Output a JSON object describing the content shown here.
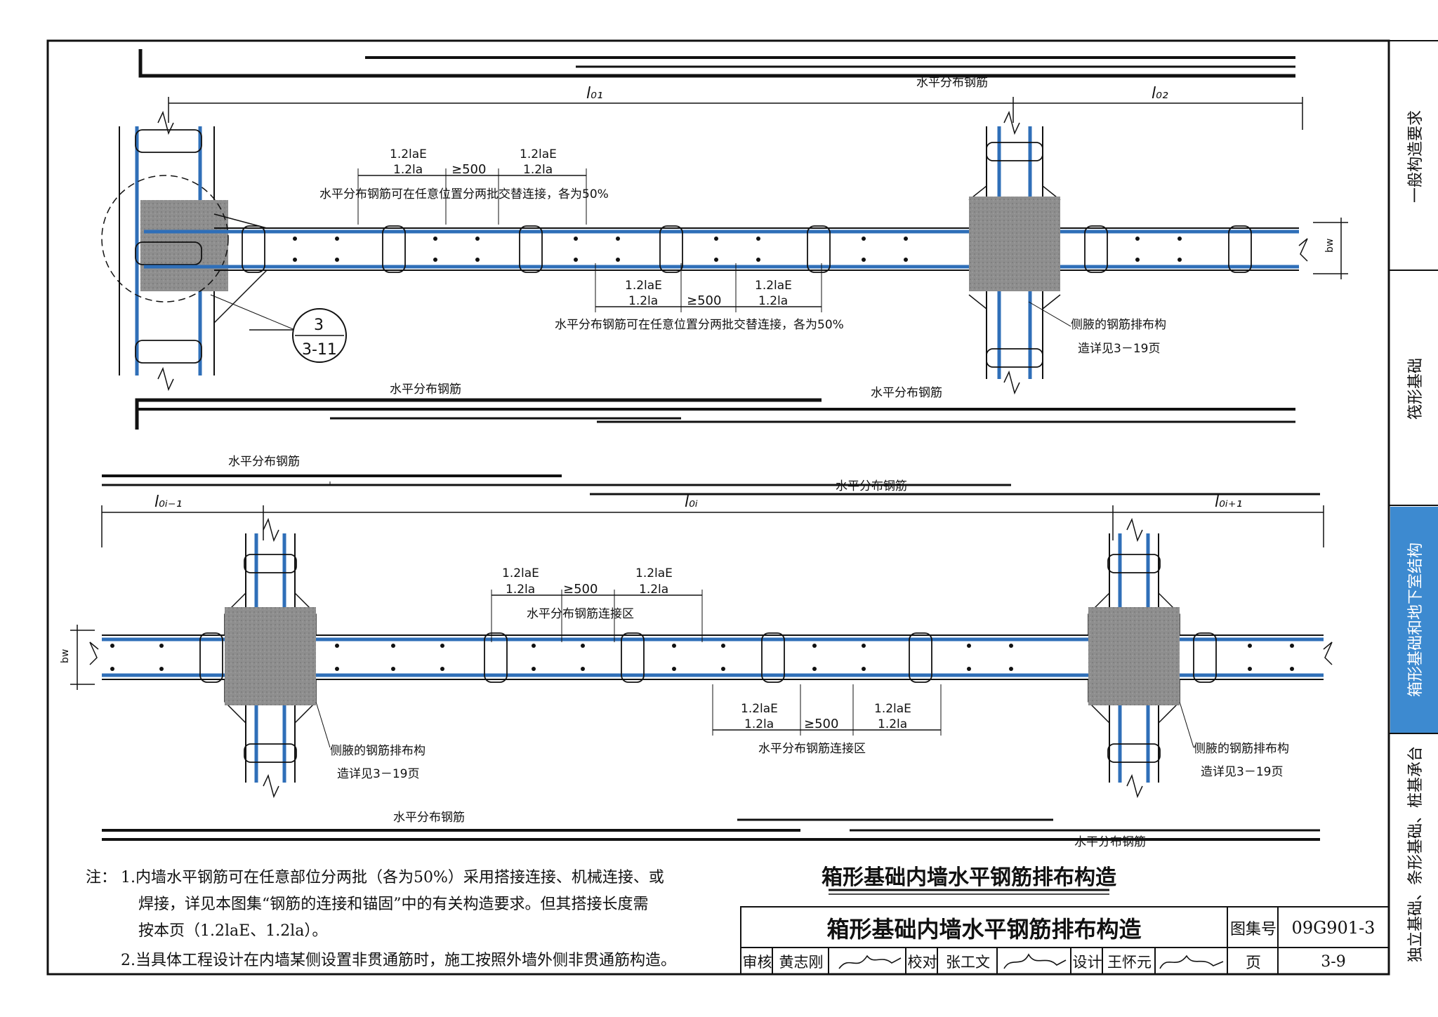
{
  "labels": {
    "h_rebar": "水平分布钢筋",
    "l01": "l₀₁",
    "l02": "l₀₂",
    "l0i_prev": "l₀ᵢ₋₁",
    "l0i": "l₀ᵢ",
    "l0i_next": "l₀ᵢ₊₁",
    "lap_ae": "1.2laE",
    "lap_a": "1.2la",
    "ge500": "≥500",
    "lap_note": "水平分布钢筋可在任意位置分两批交替连接，各为50%",
    "conn_zone": "水平分布钢筋连接区",
    "side_note_1": "侧腋的钢筋排布构",
    "side_note_2": "造详见3－19页",
    "bw": "bw",
    "detail_num": "3",
    "detail_ref": "3-11"
  },
  "drawing_title": "箱形基础内墙水平钢筋排布构造",
  "notes": {
    "prefix": "注：",
    "n1_a": "1.内墙水平钢筋可在任意部位分两批（各为50%）采用搭接连接、机械连接、或",
    "n1_b": "焊接，详见本图集“钢筋的连接和锚固”中的有关构造要求。但其搭接长度需",
    "n1_c": "按本页（1.2laE、1.2la）。",
    "n2": "2.当具体工程设计在内墙某侧设置非贯通筋时，施工按照外墙外侧非贯通筋构造。"
  },
  "title_block": {
    "title": "箱形基础内墙水平钢筋排布构造",
    "atlas_label": "图集号",
    "atlas_no": "09G901-3",
    "review_label": "审核",
    "reviewer": "黄志刚",
    "check_label": "校对",
    "checker": "张工文",
    "design_label": "设计",
    "designer": "王怀元",
    "page_label": "页",
    "page_no": "3-9"
  },
  "side_tabs": [
    "一般构造要求",
    "筏形基础",
    "箱形基础和地下室结构",
    "独立基础、条形基础、桩基承台"
  ],
  "colors": {
    "rebar": "#2f6fb8",
    "concrete": "#8c8c8c",
    "active_tab": "#3d8ad0",
    "line": "#111111"
  }
}
